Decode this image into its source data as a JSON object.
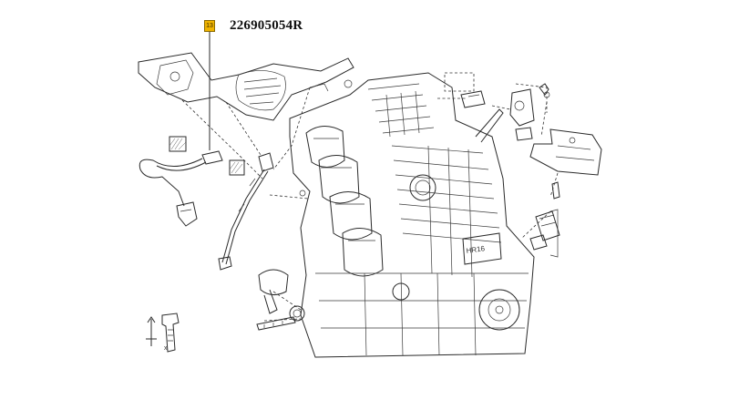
{
  "diagram": {
    "callout": {
      "number": "13",
      "color": "#f0b400"
    },
    "part_number": "226905054R",
    "engine_mark": "HR16",
    "icons": [
      "torque-symbol-icon",
      "bolt-axis-icon"
    ]
  }
}
